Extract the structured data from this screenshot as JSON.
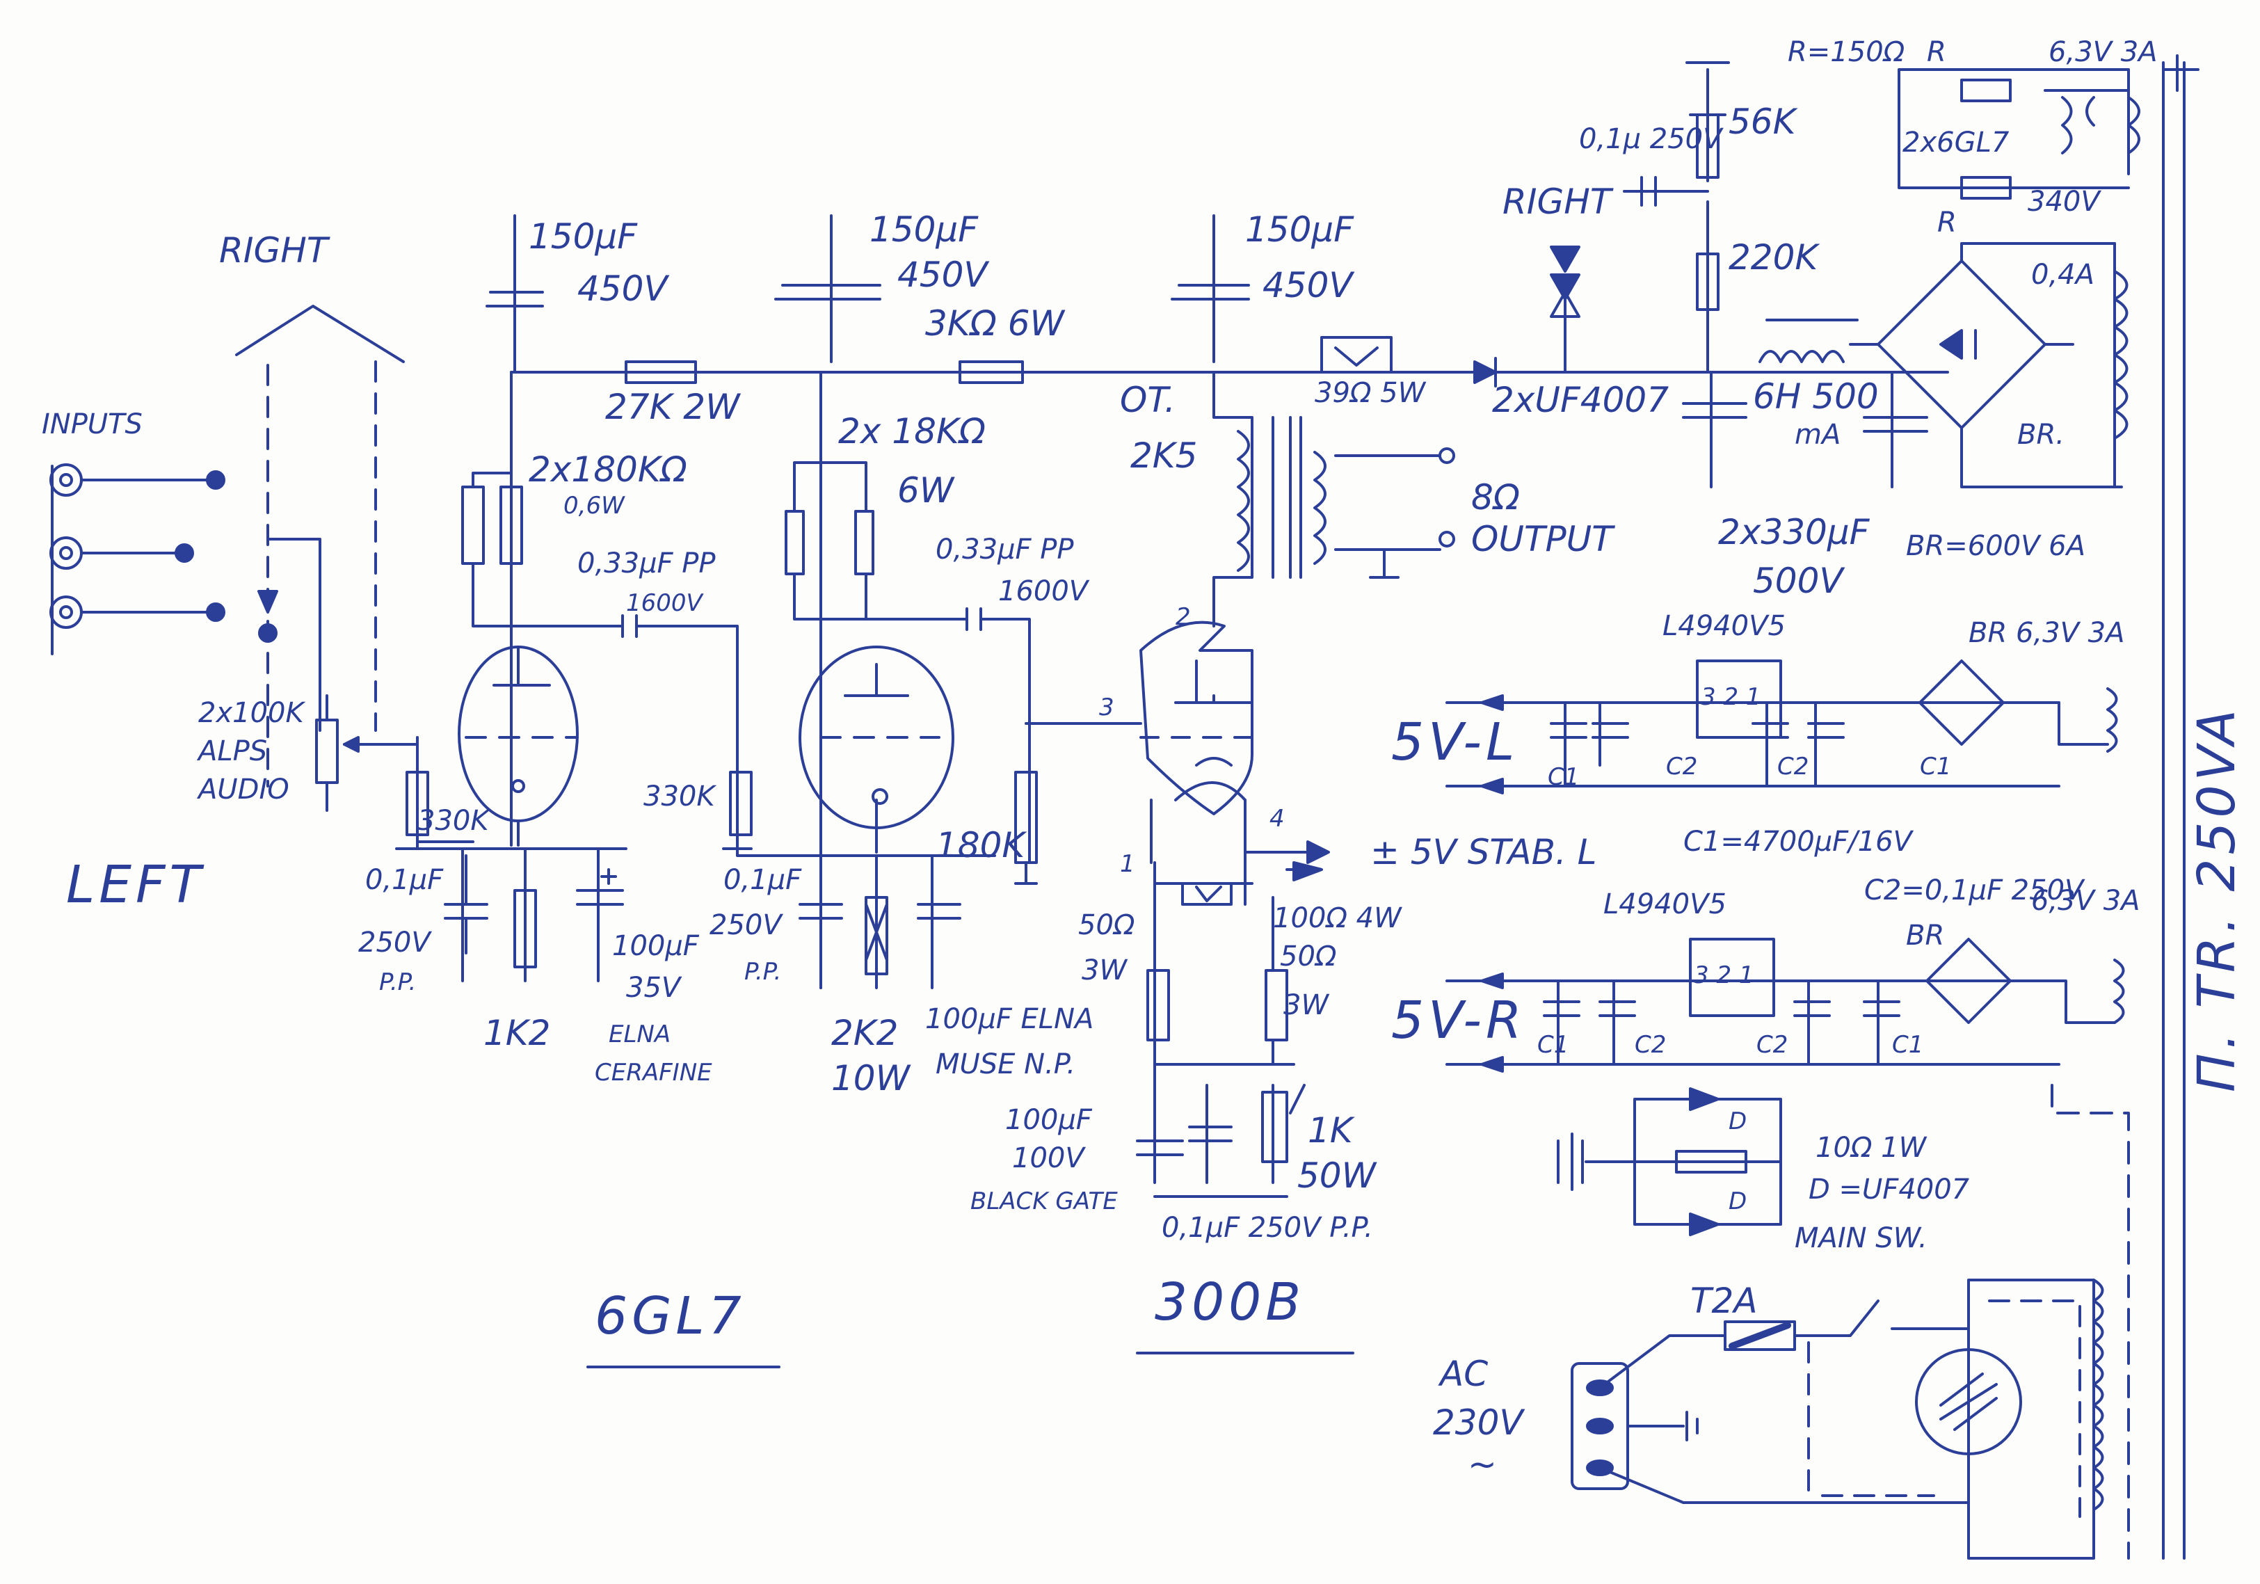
{
  "colors": {
    "ink": "#2b3f98",
    "paper": "#fdfdfb"
  },
  "inputs": {
    "title": "INPUTS",
    "right": "RIGHT",
    "left": "LEFT",
    "pot": [
      "2x100K",
      "ALPS",
      "AUDIO"
    ]
  },
  "stage1": {
    "cap_top": [
      "150μF",
      "450V"
    ],
    "rplate": [
      "2x180KΩ",
      "0,6W"
    ],
    "coupling": [
      "0,33μF PP",
      "1600V"
    ],
    "rgrid": "330K",
    "cbypass": [
      "0,1μF",
      "250V",
      "P.P."
    ],
    "rk": "1K2",
    "ck": [
      "100μF",
      "35V"
    ],
    "ck_type": [
      "ELNA",
      "CERAFINE"
    ]
  },
  "stage2": {
    "cap_top": [
      "150μF",
      "450V"
    ],
    "rseries1": "27K 2W",
    "rseries2": "3KΩ 6W",
    "rplate": [
      "2x 18KΩ",
      "6W"
    ],
    "coupling": [
      "0,33μF PP",
      "1600V"
    ],
    "rgrid": "330K",
    "cbypass": [
      "0,1μF",
      "250V",
      "P.P."
    ],
    "rk": [
      "2K2",
      "10W"
    ],
    "ck": [
      "100μF ELNA",
      "MUSE N.P."
    ],
    "rgrid_out": "180K"
  },
  "output_stage": {
    "cap_top": [
      "150μF",
      "450V"
    ],
    "rseries": "39Ω 5W",
    "ot": [
      "OT.",
      "2K5"
    ],
    "speaker": [
      "8Ω",
      "OUTPUT"
    ],
    "pins": [
      "1",
      "2",
      "3",
      "4"
    ],
    "filament": "± 5V STAB. L",
    "hum_pot": "100Ω 4W",
    "r50a": [
      "50Ω",
      "3W"
    ],
    "r50b": [
      "50Ω",
      "3W"
    ],
    "ck": [
      "100μF",
      "100V",
      "BLACK GATE"
    ],
    "cbyp": "0,1μF 250V P.P.",
    "rk": [
      "1K",
      "50W"
    ]
  },
  "power_supply": {
    "right": "RIGHT",
    "rectifier_diodes": "2xUF4007",
    "choke": [
      "6H 500",
      "mA"
    ],
    "caps": [
      "2x330μF",
      "500V"
    ],
    "r56": "56K",
    "r220": "220K",
    "c_ref": "0,1μ 250V",
    "bridge": [
      "0,4A",
      "BR."
    ],
    "bridge_rating": "BR=600V 6A",
    "r_heater": "R=150Ω",
    "r_mark": "R",
    "heater_tubes": "2x6GL7",
    "heater_v": "6,3V 3A",
    "v340": "340V",
    "transformer": "П. TR. 250VA"
  },
  "regulators": {
    "left": {
      "chip": "L4940V5",
      "out": "5V-L",
      "br": "BR 6,3V 3A",
      "c1": "C1",
      "c2": "C2",
      "pins": "3 2 1"
    },
    "right": {
      "chip": "L4940V5",
      "out": "5V-R",
      "br": "BR",
      "heater": "6,3V 3A",
      "c1": "C1",
      "c2": "C2",
      "pins": "3 2 1"
    },
    "notes": {
      "c1": "C1=4700μF/16V",
      "c2": "C2=0,1μF 250V"
    }
  },
  "ground_lift": {
    "resistor": "10Ω 1W",
    "diodes": "D =UF4007",
    "d": "D"
  },
  "mains": {
    "switch": "MAIN SW.",
    "fuse": "T2A",
    "ac": [
      "AC",
      "230V",
      "~"
    ]
  },
  "tubes": {
    "driver": "6GL7",
    "power": "300B"
  }
}
